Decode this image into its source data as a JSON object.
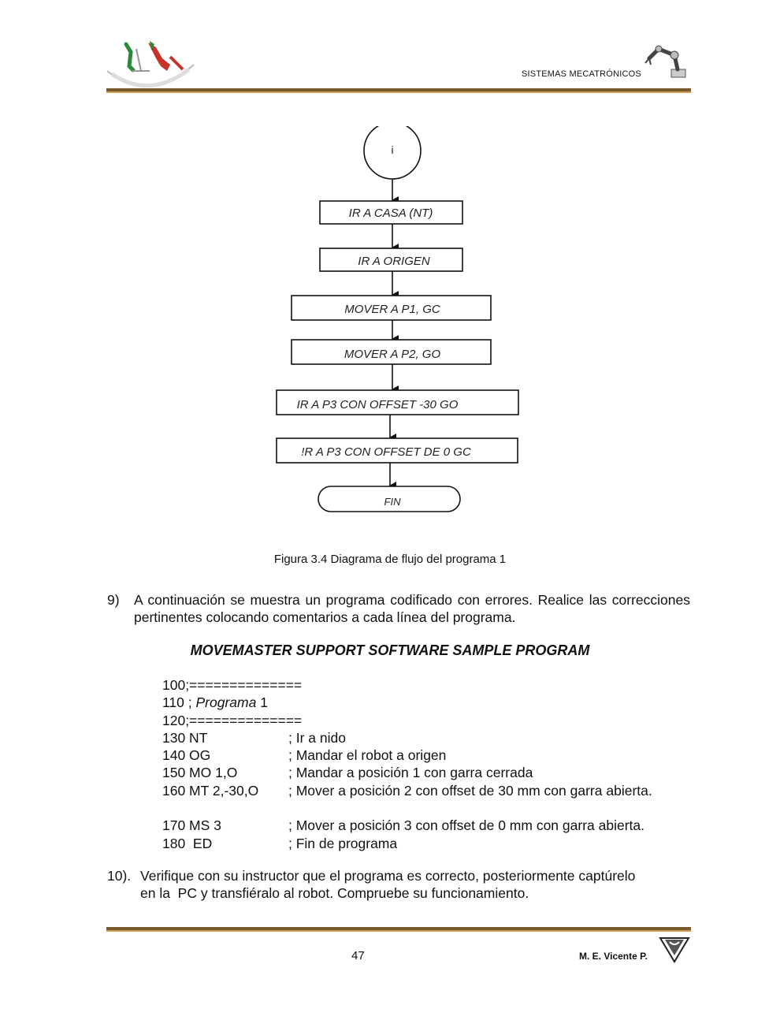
{
  "header": {
    "title": "SISTEMAS MECATRÓNICOS",
    "logo_icon": "institute-seal-icon",
    "robot_icon": "robot-arm-icon"
  },
  "flowchart": {
    "start": "i",
    "steps": [
      "IR A CASA (NT)",
      "IR A ORIGEN",
      "MOVER A P1, GC",
      "MOVER A P2, GO",
      "IR A P3 CON OFFSET -30 GO",
      "!R A P3 CON OFFSET DE 0 GC"
    ],
    "end": "FIN"
  },
  "caption": "Figura 3.4 Diagrama de flujo del programa 1",
  "item9": {
    "number": "9)",
    "text": "A continuación se muestra un programa codificado con errores. Realice las correcciones pertinentes colocando comentarios a cada línea del programa."
  },
  "program_title": "MOVEMASTER SUPPORT SOFTWARE SAMPLE PROGRAM",
  "code": {
    "line100": "100;==============",
    "line110_prefix": "110 ; ",
    "line110_italic": "Programa",
    "line110_suffix": " 1",
    "line120": "120;==============",
    "rows": [
      {
        "cmd": "130 NT",
        "comment": "; Ir a nido"
      },
      {
        "cmd": "140 OG",
        "comment": "; Mandar el robot a origen"
      },
      {
        "cmd": "150 MO 1,O",
        "comment": "; Mandar a posición 1 con garra cerrada"
      },
      {
        "cmd": "160 MT 2,-30,O",
        "comment": "; Mover a posición 2 con offset de 30 mm con garra abierta."
      },
      {
        "cmd": "170 MS 3",
        "comment": "; Mover a posición 3 con offset de 0 mm con garra abierta."
      },
      {
        "cmd": "180  ED",
        "comment": "; Fin de programa"
      }
    ]
  },
  "item10": {
    "number": "10).",
    "text": "Verifique con su instructor que el programa es correcto, posteriormente captúrelo en la  PC y transfiéralo al robot. Compruebe su funcionamiento."
  },
  "footer": {
    "page": "47",
    "author": "M. E. Vicente P.",
    "logo_icon": "triangle-emblem-icon"
  },
  "colors": {
    "rule_dark": "#7a5a2a",
    "rule_light": "#c9a15a"
  }
}
